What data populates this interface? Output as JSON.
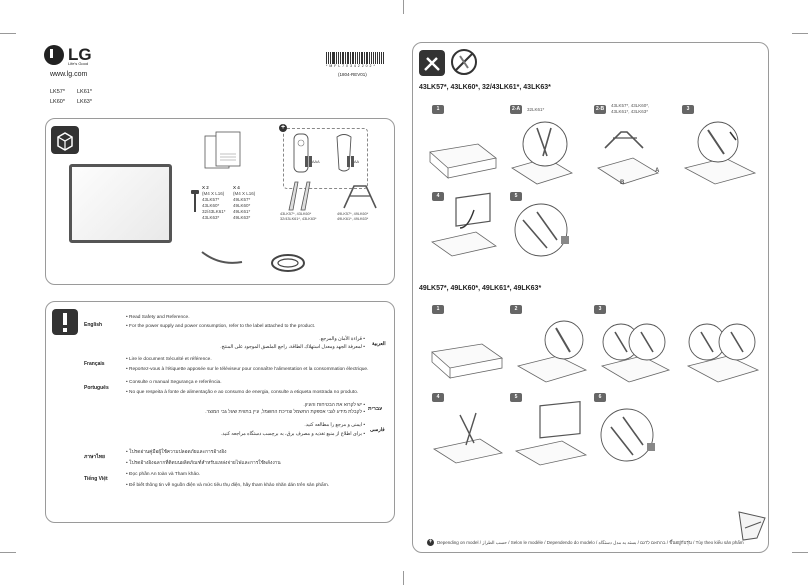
{
  "brand": {
    "logo_text": "LG",
    "tagline": "Life's Good",
    "url": "www.lg.com"
  },
  "models_left": [
    "LK57*",
    "LK61*",
    "LK60*",
    "LK63*"
  ],
  "barcode": {
    "number": "* M F L 7 0 3 4 2 2 0 2 *",
    "revision": "(1804-REV01)"
  },
  "contents": {
    "screw_left_count": "X 2",
    "screw_left_spec": "(M4 X L16)",
    "screw_left_models": [
      "43LK57*",
      "43LK60*",
      "32/43LK61*",
      "43LK63*"
    ],
    "screw_right_count": "X 4",
    "screw_right_spec": "(M4 X L16)",
    "screw_right_models": [
      "49LK57*",
      "49LK60*",
      "49LK61*",
      "49LK63*"
    ],
    "stand_a_models": "43LK57*, 43LK60*\n32/43LK61*, 43LK63*",
    "stand_b_models": "49LK57*, 49LK60*\n49LK61*, 49LK63*",
    "battery_aaa": "AAA",
    "battery_aa": "AA"
  },
  "safety": {
    "rows": [
      {
        "lang": "English",
        "lines": [
          "• Read Safety and Reference.",
          "• For the power supply and power consumption, refer to the label attached to the product."
        ]
      },
      {
        "lang": "العربية",
        "lines": [
          "• قراءة الأمان والمرجع.",
          "• لمعرفة الجهد ومعدل استهلاك الطاقة، راجع الملصق الموجود على المنتج."
        ]
      },
      {
        "lang": "Français",
        "lines": [
          "• Lire le document Sécurité et référence.",
          "• Reportez-vous à l'étiquette apposée sur le téléviseur pour connaître l'alimentation et la consommation électrique."
        ]
      },
      {
        "lang": "Português",
        "lines": [
          "• Consulte o manual Segurança e referência.",
          "• No que respeita à fonte de alimentação e ao consumo de energia, consulte a etiqueta mostrada no produto."
        ]
      },
      {
        "lang": "עברית",
        "lines": [
          "• יש לקרוא את הבטיחות והעיון.",
          "• לקבלת מידע לגבי אספקת החשמל וצריכת החשמל, עיין בתווית שעל גבי המוצר."
        ]
      },
      {
        "lang": "فارسی",
        "lines": [
          "• ایمنی و مرجع را مطالعه کنید.",
          "• برای اطلاع از منبع تغذیه و مصرف برق، به برچسب دستگاه مراجعه کنید."
        ]
      },
      {
        "lang": "ภาษาไทย",
        "lines": [
          "• โปรดอ่านคู่มือผู้ใช้ความปลอดภัยและการอ้างอิง",
          "• โปรดอ้างอิงฉลากที่ติดบนผลิตภัณฑ์สำหรับแหล่งจ่ายไฟและการใช้พลังงาน"
        ]
      },
      {
        "lang": "Tiếng Việt",
        "lines": [
          "• Đọc phần An toàn và Tham khảo.",
          "• Để biết thông tin về nguồn điện và mức tiêu thụ điện, hãy tham khảo nhãn dán trên sản phẩm."
        ]
      }
    ]
  },
  "right": {
    "section1_title": "43LK57*, 43LK60*, 32/43LK61*, 43LK63*",
    "section2_title": "49LK57*, 49LK60*, 49LK61*, 49LK63*",
    "s1_steps": [
      "1",
      "2-A",
      "2-B",
      "3",
      "4",
      "5"
    ],
    "s1_2a_label": "32LK61*",
    "s1_2b_label": "43LK57*, 43LK60*,\n43LK61*, 43LK63*",
    "label_a": "A",
    "label_b": "B",
    "s2_steps": [
      "1",
      "2",
      "3",
      "4",
      "5",
      "6"
    ],
    "footnote": "Depending on model / حسب الطراز / Selon le modèle / Dependendo do modelo / בהתאם לדגם / بسته به مدل دستگاه / ขึ้นอยู่กับรุ่น / Tùy theo kiểu sản phẩm"
  }
}
